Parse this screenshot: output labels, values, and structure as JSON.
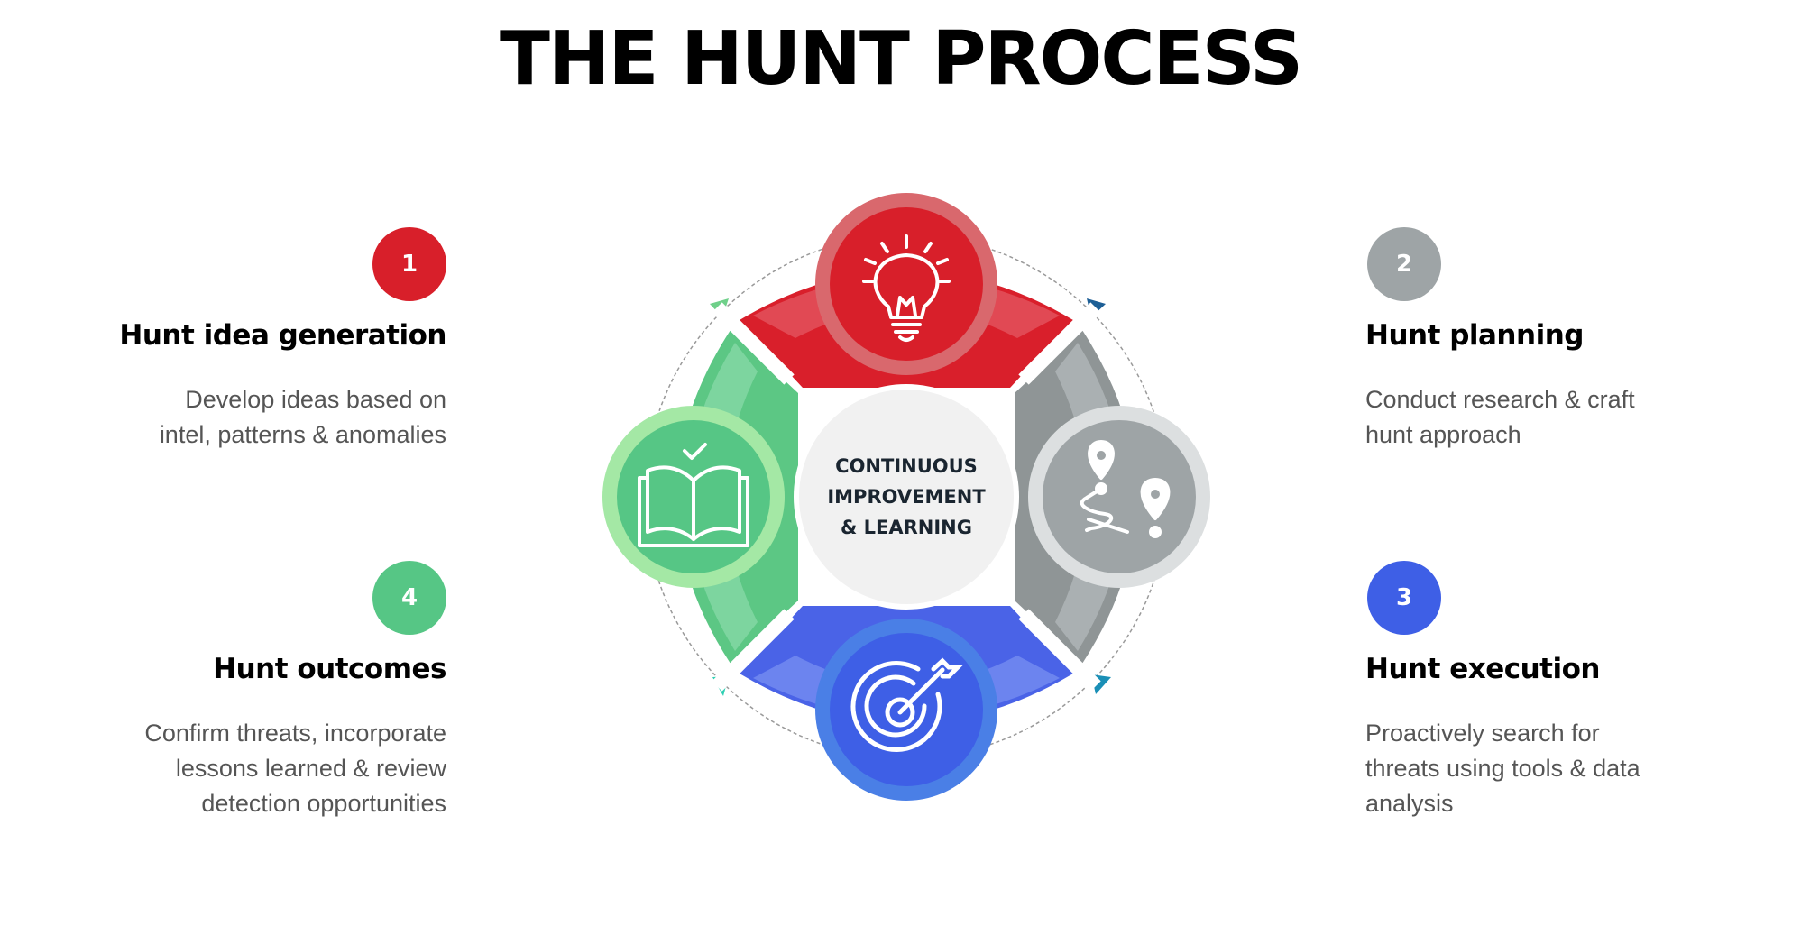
{
  "title": "THE HUNT PROCESS",
  "center": {
    "lines": [
      "CONTINUOUS",
      "IMPROVEMENT",
      "& LEARNING"
    ]
  },
  "steps": [
    {
      "number": "1",
      "heading": "Hunt idea generation",
      "description": "Develop ideas based on intel, patterns & anomalies",
      "color": "#d81f2a",
      "icon": "lightbulb-icon"
    },
    {
      "number": "2",
      "heading": "Hunt planning",
      "description": "Conduct research & craft hunt approach",
      "color": "#9ea4a6",
      "icon": "route-map-pins-icon"
    },
    {
      "number": "3",
      "heading": "Hunt execution",
      "description": "Proactively search for threats using tools & data analysis",
      "color": "#3e5fe6",
      "icon": "target-arrow-icon"
    },
    {
      "number": "4",
      "heading": "Hunt outcomes",
      "description": "Confirm threats, incorporate lessons learned & review detection opportunities",
      "color": "#56c685",
      "icon": "open-book-check-icon"
    }
  ]
}
